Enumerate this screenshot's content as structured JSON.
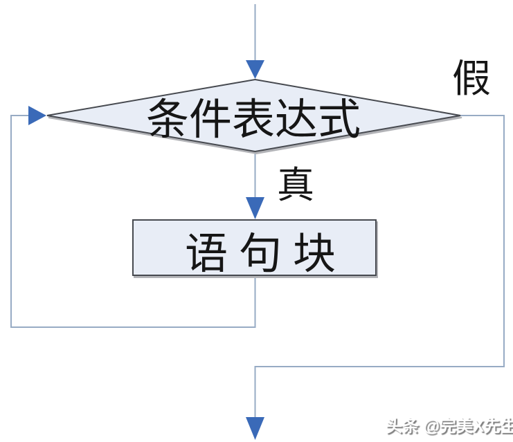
{
  "diagram": {
    "type": "flowchart",
    "description": "loop condition flowchart: condition expression diamond with true branch to statement block and loop back, false branch exits",
    "nodes": {
      "condition": {
        "shape": "diamond",
        "label": "条件表达式"
      },
      "statement": {
        "shape": "rectangle",
        "label": "语句块"
      }
    },
    "branch_labels": {
      "true": "真",
      "false": "假"
    },
    "colors": {
      "arrowhead": "#3a6ab8",
      "connector": "#97abc4",
      "node_fill": "#e8edf6",
      "node_border": "#46494f",
      "node_shadow": "#b2b3b7",
      "label_text": "#161616"
    }
  },
  "watermark": {
    "text": "头条 @完美X先生"
  }
}
